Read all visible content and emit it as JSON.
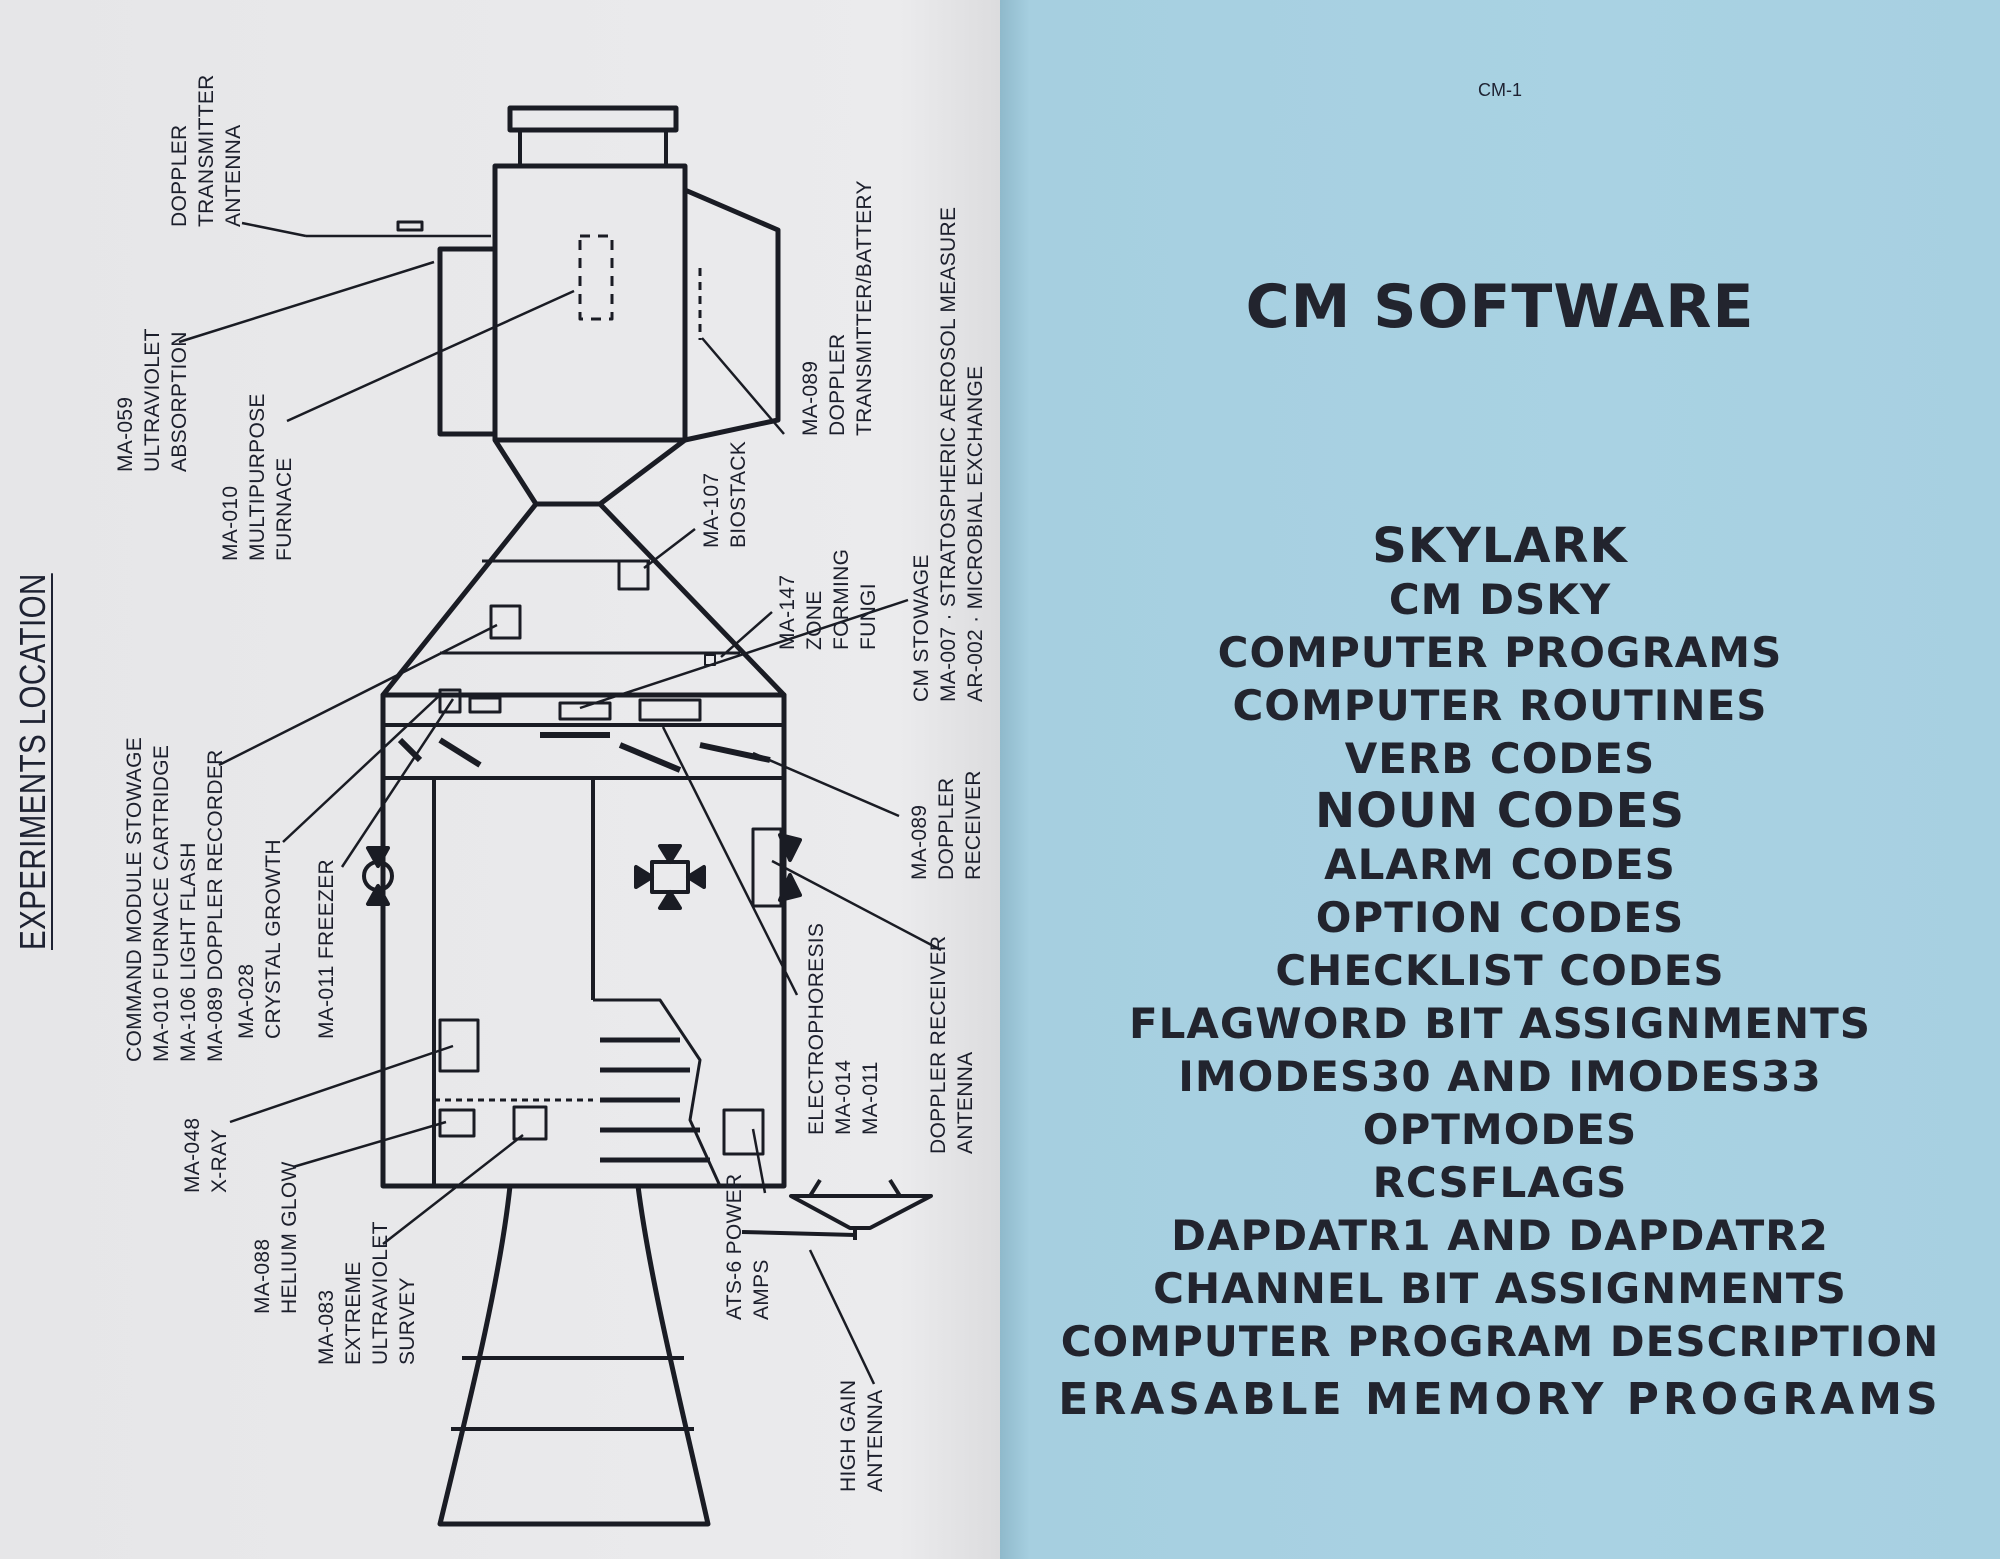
{
  "left_page": {
    "title": "EXPERIMENTS LOCATION",
    "labels": {
      "doppler_transmitter_antenna": [
        "DOPPLER",
        "TRANSMITTER",
        "ANTENNA"
      ],
      "ma059": [
        "MA-059",
        "ULTRAVIOLET",
        "ABSORPTION"
      ],
      "ma010": [
        "MA-010",
        "MULTIPURPOSE",
        "FURNACE"
      ],
      "ma089_transmitter": [
        "MA-089",
        "DOPPLER",
        "TRANSMITTER/BATTERY"
      ],
      "cm_stowage": [
        "CM STOWAGE",
        "MA-007 · STRATOSPHERIC AEROSOL MEASURE",
        "AR-002 · MICROBIAL EXCHANGE"
      ],
      "ma107": [
        "MA-107",
        "BIOSTACK"
      ],
      "ma147": [
        "MA-147",
        "ZONE",
        "FORMING",
        "FUNGI"
      ],
      "command_module_stowage": [
        "COMMAND MODULE STOWAGE",
        "MA-010 FURNACE CARTRIDGE",
        "MA-106 LIGHT FLASH",
        "MA-089 DOPPLER RECORDER"
      ],
      "ma028": [
        "MA-028",
        "CRYSTAL GROWTH"
      ],
      "ma011": [
        "MA-011 FREEZER"
      ],
      "ma089_receiver": [
        "MA-089",
        "DOPPLER",
        "RECEIVER"
      ],
      "doppler_receiver_antenna": [
        "DOPPLER RECEIVER",
        "ANTENNA"
      ],
      "electrophoresis": [
        "ELECTROPHORESIS",
        "MA-014",
        "MA-011"
      ],
      "ma048": [
        "MA-048",
        "X-RAY"
      ],
      "ma088": [
        "MA-088",
        "HELIUM GLOW"
      ],
      "ma083": [
        "MA-083",
        "EXTREME",
        "ULTRAVIOLET",
        "SURVEY"
      ],
      "ats6": [
        "ATS-6 POWER",
        "AMPS"
      ],
      "high_gain": [
        "HIGH GAIN",
        "ANTENNA"
      ]
    }
  },
  "right_page": {
    "page_number": "CM-1",
    "title": "CM SOFTWARE",
    "contents": [
      "SKYLARK",
      "CM DSKY",
      "COMPUTER PROGRAMS",
      "COMPUTER ROUTINES",
      "VERB CODES",
      "NOUN CODES",
      "ALARM CODES",
      "OPTION CODES",
      "CHECKLIST CODES",
      "FLAGWORD BIT ASSIGNMENTS",
      "IMODES30 AND IMODES33",
      "OPTMODES",
      "RCSFLAGS",
      "DAPDATR1 AND DAPDATR2",
      "CHANNEL BIT ASSIGNMENTS",
      "COMPUTER PROGRAM DESCRIPTION",
      "ERASABLE MEMORY PROGRAMS"
    ]
  },
  "colors": {
    "left_paper": "#e9e9eb",
    "right_paper": "#a9d2e3",
    "ink": "#1d2130"
  }
}
